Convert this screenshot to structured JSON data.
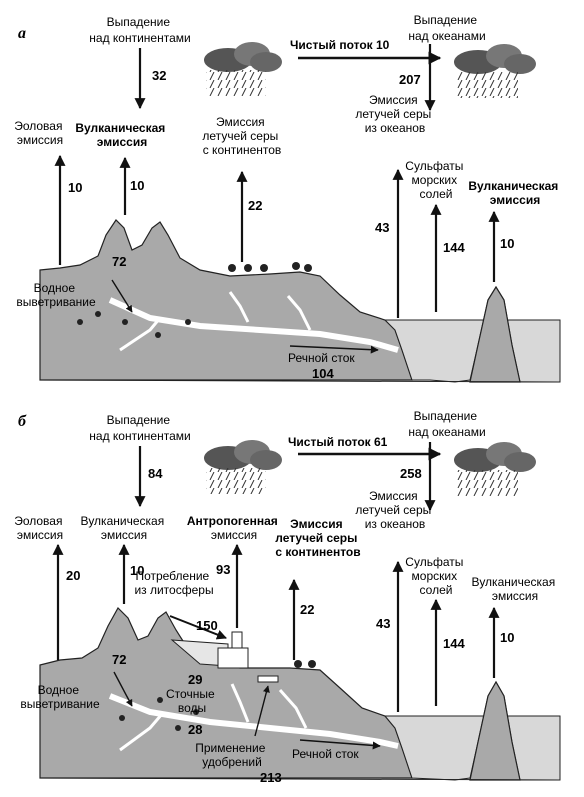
{
  "panel_a": {
    "letter": "а",
    "precip_continents": [
      "Выпадение",
      "над континентами"
    ],
    "precip_continents_value": "32",
    "net_flow": "Чистый поток 10",
    "precip_oceans": [
      "Выпадение",
      "над океанами"
    ],
    "ocean_value": "207",
    "ocean_emission": [
      "Эмиссия",
      "летучей серы",
      "из океанов"
    ],
    "aeolian": [
      "Эоловая",
      "эмиссия"
    ],
    "aeolian_value": "10",
    "volcanic_land": [
      "Вулканическая",
      "эмиссия"
    ],
    "volcanic_land_value": "10",
    "volatile_continents": [
      "Эмиссия",
      "летучей серы",
      "с континентов"
    ],
    "volatile_continents_value": "22",
    "sea_salt": [
      "Сульфаты",
      "морских",
      "солей"
    ],
    "value_43": "43",
    "sea_salt_value": "144",
    "volcanic_ocean": [
      "Вулканическая",
      "эмиссия"
    ],
    "volcanic_ocean_value": "10",
    "weathering_value": "72",
    "weathering": [
      "Водное",
      "выветривание"
    ],
    "river": "Речной сток",
    "river_value": "104"
  },
  "panel_b": {
    "letter": "б",
    "precip_continents": [
      "Выпадение",
      "над континентами"
    ],
    "precip_continents_value": "84",
    "net_flow": "Чистый поток 61",
    "precip_oceans": [
      "Выпадение",
      "над океанами"
    ],
    "ocean_value": "258",
    "ocean_emission": [
      "Эмиссия",
      "летучей серы",
      "из океанов"
    ],
    "aeolian": [
      "Эоловая",
      "эмиссия"
    ],
    "aeolian_value": "20",
    "volcanic_land": [
      "Вулканическая",
      "эмиссия"
    ],
    "volcanic_land_value": "10",
    "anthropogenic": [
      "Антропогенная",
      "эмиссия"
    ],
    "anthropogenic_value": "93",
    "volatile_continents": [
      "Эмиссия",
      "летучей серы",
      "с континентов"
    ],
    "volatile_continents_value": "22",
    "lithosphere": [
      "Потребление",
      "из литосферы"
    ],
    "lithosphere_value": "150",
    "sea_salt": [
      "Сульфаты",
      "морских",
      "солей"
    ],
    "value_43": "43",
    "sea_salt_value": "144",
    "volcanic_ocean": [
      "Вулканическая",
      "эмиссия"
    ],
    "volcanic_ocean_value": "10",
    "weathering_value": "72",
    "weathering": [
      "Водное",
      "выветривание"
    ],
    "wastewater_value": "29",
    "wastewater": [
      "Сточные",
      "воды"
    ],
    "fertilizer_value": "28",
    "fertilizer": [
      "Применение",
      "удобрений"
    ],
    "river": "Речной сток",
    "river_value": "213"
  }
}
